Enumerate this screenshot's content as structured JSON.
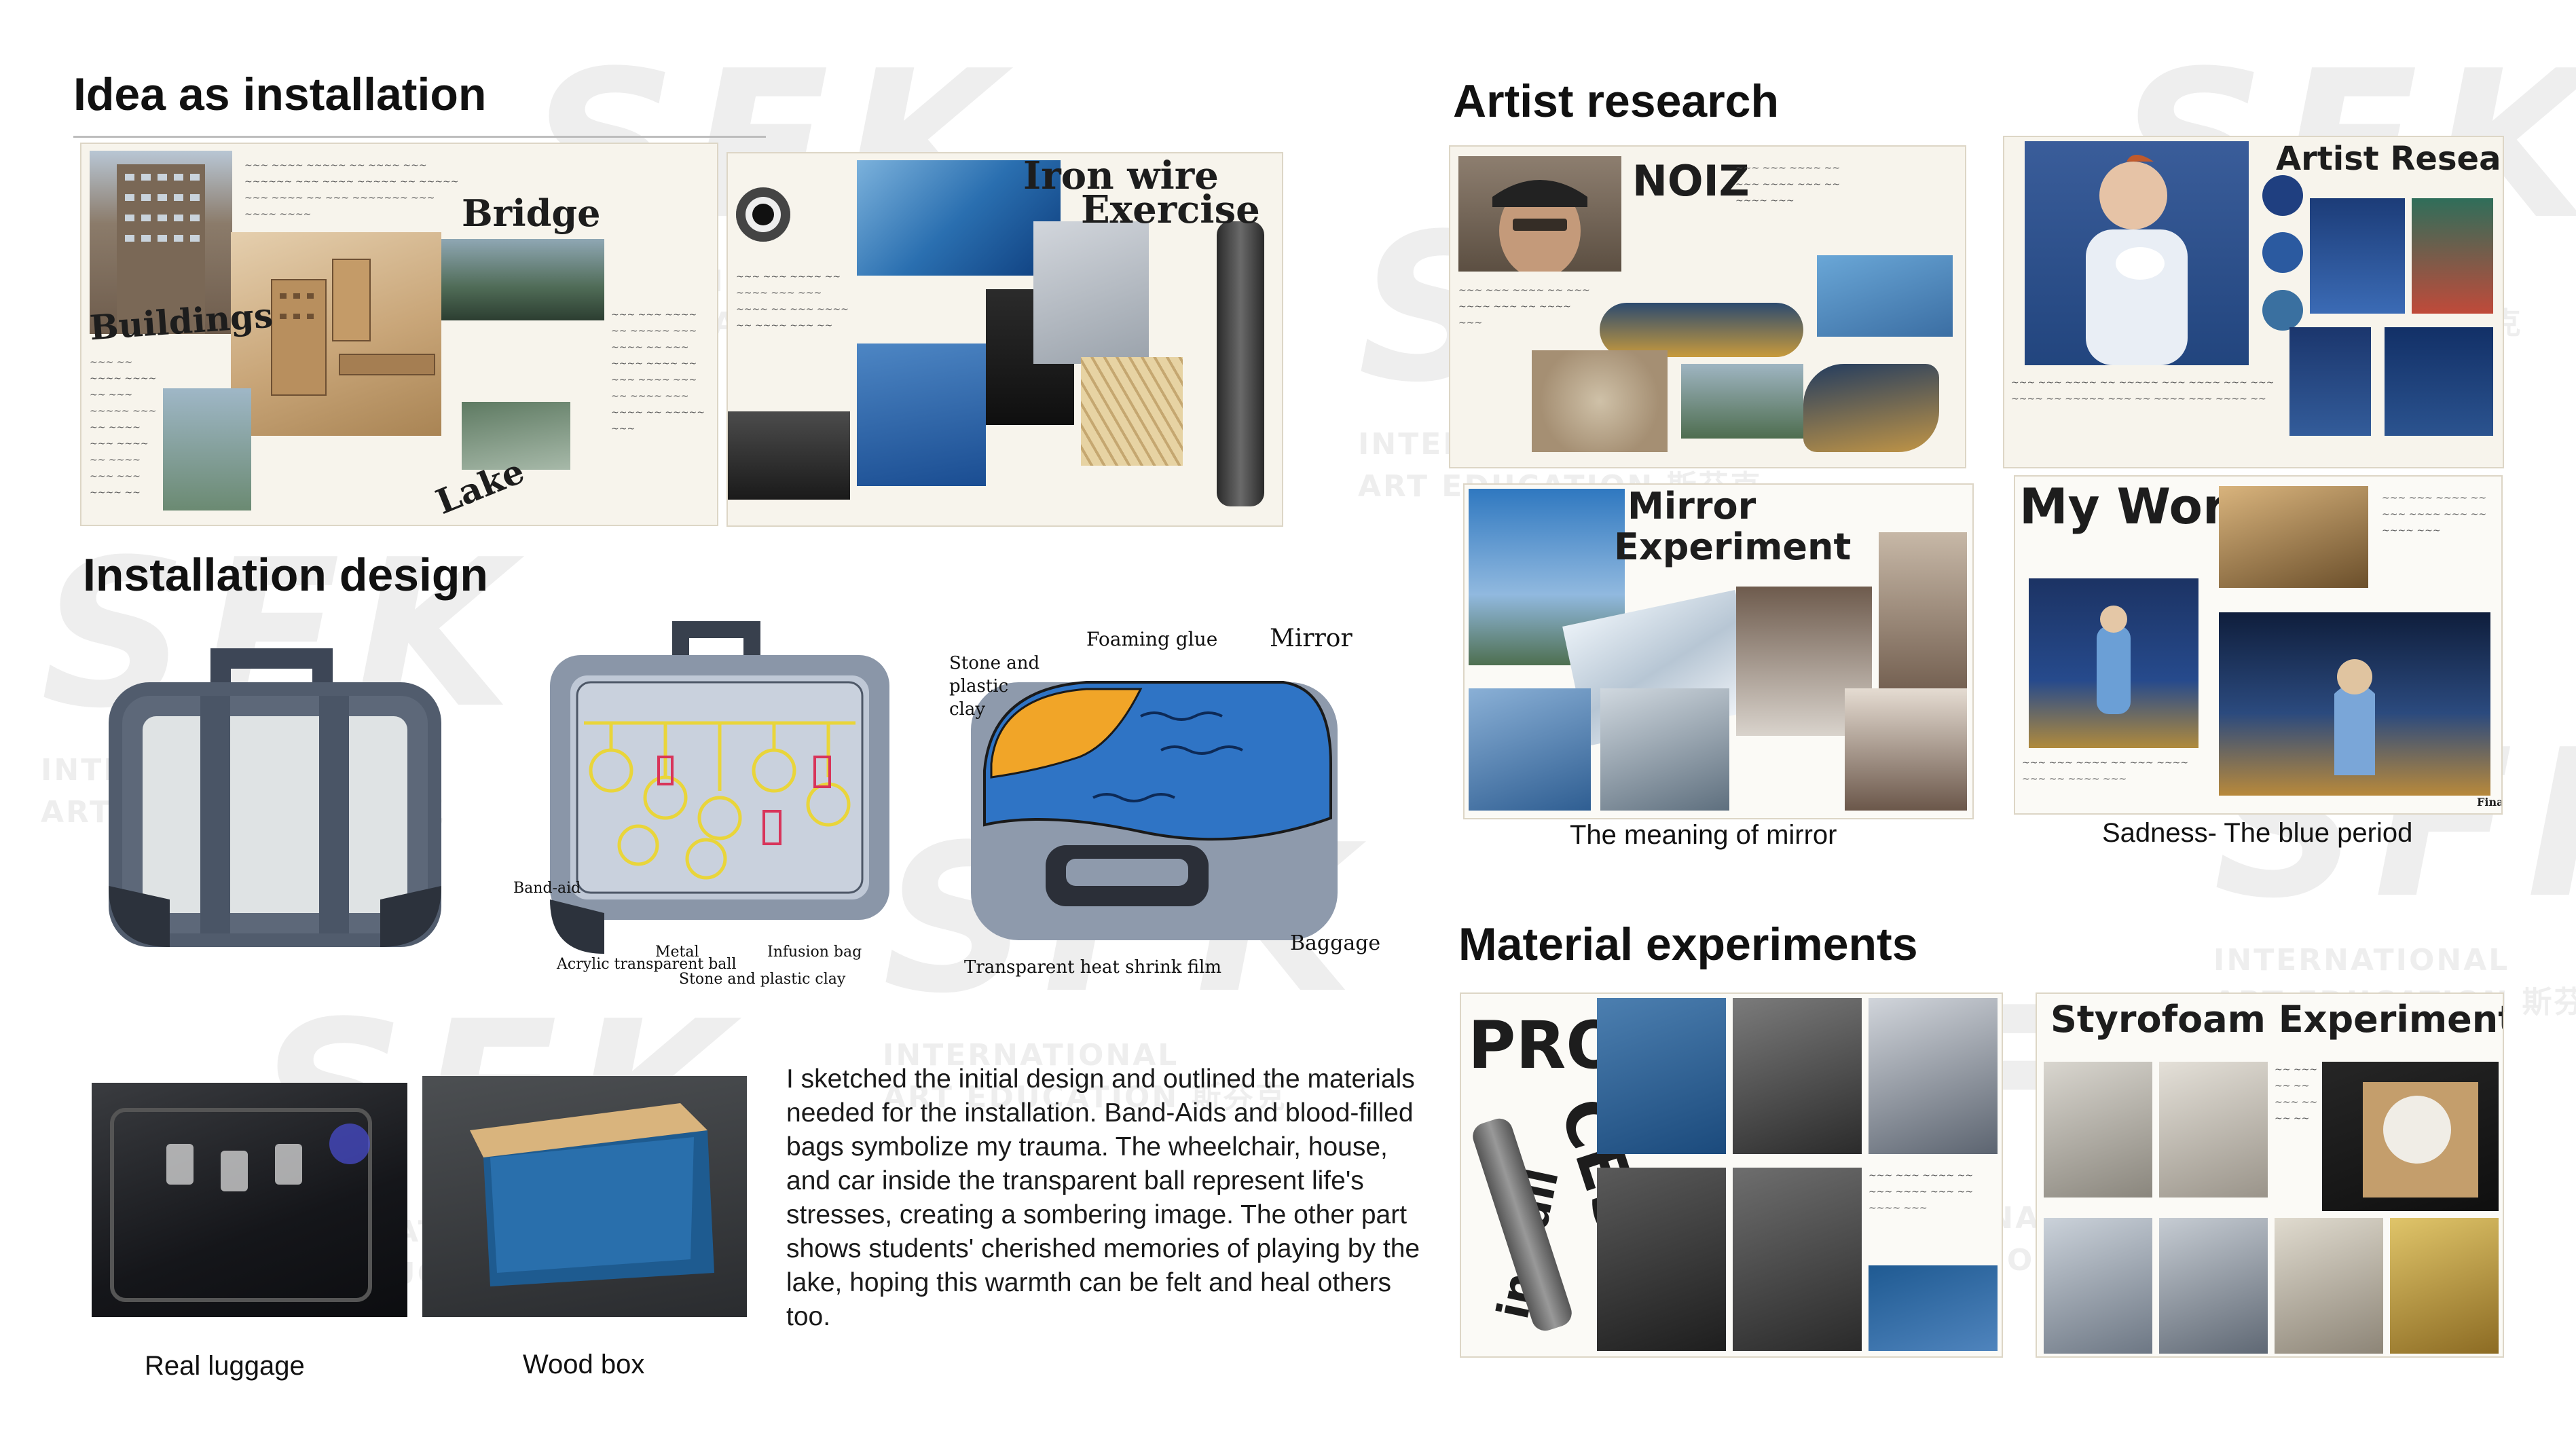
{
  "watermark": {
    "logo": "SFK",
    "line1": "INTERNATIONAL",
    "line2": "ART EDUCATION 斯芬克"
  },
  "sections": {
    "idea_installation": "Idea as installation",
    "installation_design": "Installation design",
    "artist_research": "Artist research",
    "material_experiments": "Material experiments"
  },
  "idea_board": {
    "bridge": "Bridge",
    "buildings": "Buildings",
    "lake": "Lake",
    "iron_wire_1": "Iron wire",
    "iron_wire_2": "Exercise"
  },
  "design_labels": {
    "band_aid": "Band-aid",
    "acrylic": "Acrylic transparent ball",
    "metal": "Metal",
    "infusion_bag": "Infusion bag",
    "stone_clay_bottom": "Stone and plastic clay",
    "stone_clay": "Stone and plastic clay",
    "foaming_glue": "Foaming glue",
    "mirror": "Mirror",
    "baggage": "Baggage",
    "shrink_film": "Transparent heat shrink film"
  },
  "description": "I sketched the initial design and outlined the materials needed for the installation. Band-Aids and blood-filled bags symbolize my trauma. The wheelchair, house, and car inside the transparent ball represent life's stresses, creating a sombering image. The other part shows students' cherished memories of playing by the lake, hoping this warmth can be felt and heal others too.",
  "photos": {
    "real_luggage": "Real luggage",
    "wood_box": "Wood box"
  },
  "artist": {
    "noiz": "NOIZ",
    "artist_research_title": "Artist Research",
    "mirror_1": "Mirror",
    "mirror_2": "Experiment",
    "my_work": "My Work",
    "final": "Final",
    "caption_mirror": "The meaning of mirror",
    "caption_blue": "Sadness- The blue period"
  },
  "material": {
    "process_1": "PRO",
    "process_2": "CESS",
    "install": "install",
    "styrofoam": "Styrofoam Experiment"
  },
  "colors": {
    "blue": "#2f5ea8",
    "orange": "#f1a528",
    "luggage_grey": "#8e9aac"
  }
}
